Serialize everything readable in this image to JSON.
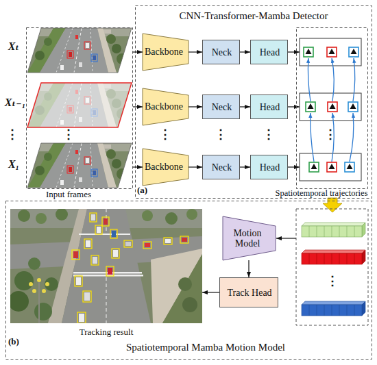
{
  "diagram": {
    "nodes": [
      {
        "text": [
          "CNN-Transformer-Mamba Detector",
          "(a)"
        ]
      },
      {
        "text": [
          "Input frames"
        ]
      },
      {
        "text": [
          "Backbone"
        ],
        "in": 0
      },
      {
        "text": [
          "Neck"
        ],
        "in": 0
      },
      {
        "text": [
          "Head"
        ],
        "in": 0
      },
      {
        "text": [
          "Backbone"
        ],
        "in": 0
      },
      {
        "text": [
          "Neck"
        ],
        "in": 0
      },
      {
        "text": [
          "Head"
        ],
        "in": 0
      },
      {
        "text": [
          "Backbone"
        ],
        "in": 0
      },
      {
        "text": [
          "Neck"
        ],
        "in": 0
      },
      {
        "text": [
          "Head"
        ],
        "in": 0
      },
      {
        "text": [
          "Spatiotemporal trajectories"
        ],
        "in": 0
      },
      {
        "text": [
          "Spatiotemporal Mamba Motion Model",
          "(b)"
        ]
      },
      {
        "text": [
          "Tracking result"
        ],
        "in": 12
      },
      {
        "text": [
          "Motion Model"
        ],
        "in": 12
      },
      {
        "text": [
          "Track Head"
        ],
        "in": 12
      }
    ],
    "edges": [
      {
        "from": 1,
        "to": 2,
        "arrow": "to"
      },
      {
        "from": 2,
        "to": 3,
        "arrow": "to"
      },
      {
        "from": 3,
        "to": 4,
        "arrow": "to"
      },
      {
        "from": 1,
        "to": 5,
        "arrow": "to"
      },
      {
        "from": 5,
        "to": 6,
        "arrow": "to"
      },
      {
        "from": 6,
        "to": 7,
        "arrow": "to"
      },
      {
        "from": 1,
        "to": 8,
        "arrow": "to"
      },
      {
        "from": 8,
        "to": 9,
        "arrow": "to"
      },
      {
        "from": 9,
        "to": 10,
        "arrow": "to"
      },
      {
        "from": 14,
        "to": 15,
        "arrow": "to"
      },
      {
        "from": 15,
        "to": 13,
        "arrow": "to"
      }
    ],
    "labels": [
      "Xₜ",
      "Xₜ₋₁",
      "⋮",
      "X₁",
      "⋮",
      "⋮",
      "⋮",
      "⋮",
      "⋮",
      "⋮"
    ]
  }
}
